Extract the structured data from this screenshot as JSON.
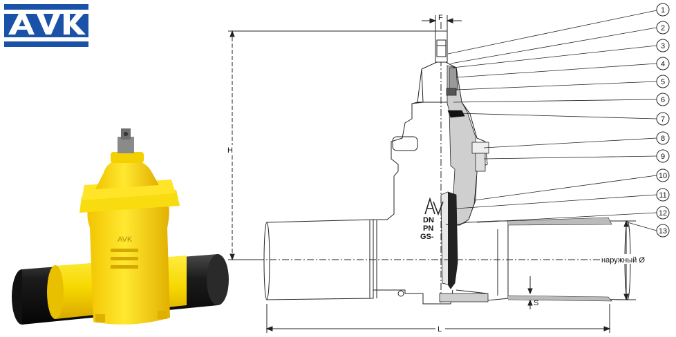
{
  "brand": {
    "logo_text": "AVK",
    "color": "#1a52a8"
  },
  "photo": {
    "body_color": "#f6d800",
    "pipe_color": "#1b1b1b"
  },
  "drawing": {
    "dimensions": {
      "f": "F",
      "h": "H",
      "l": "L",
      "s": "S",
      "outer_diameter": "наружный Ø"
    },
    "body_markings": [
      "DN",
      "PN",
      "GS-"
    ],
    "callouts": [
      "1",
      "2",
      "3",
      "4",
      "5",
      "6",
      "7",
      "8",
      "9",
      "10",
      "11",
      "12",
      "13"
    ]
  }
}
